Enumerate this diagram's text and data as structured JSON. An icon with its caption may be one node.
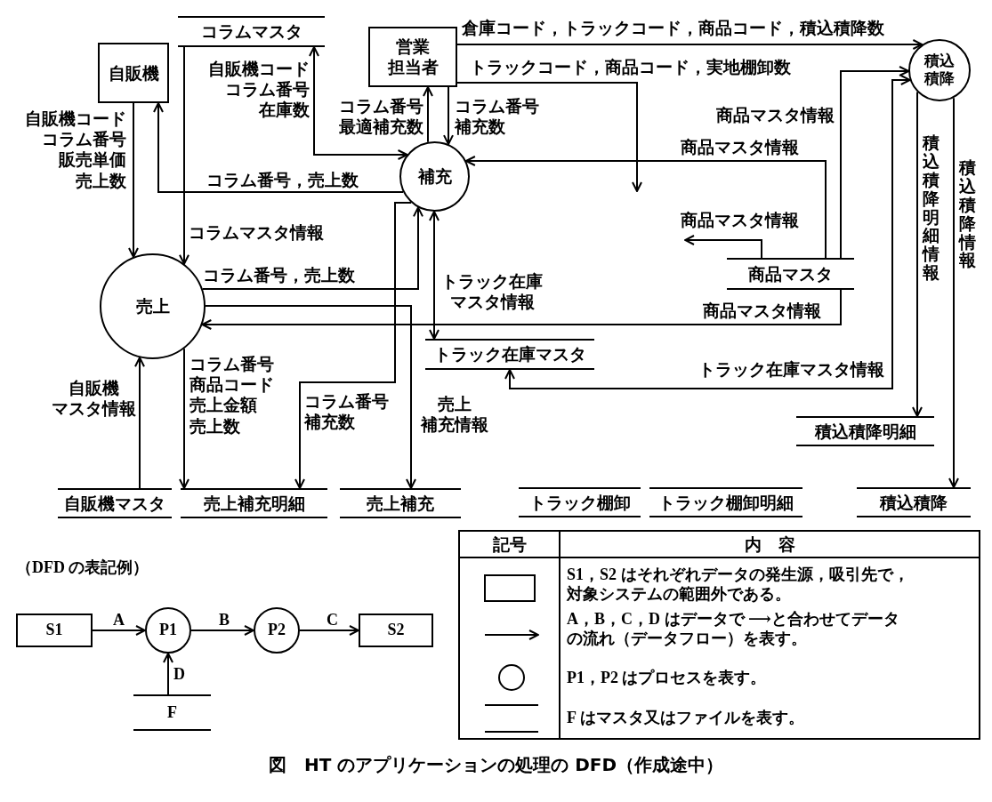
{
  "diagram": {
    "caption": "図　HT のアプリケーションの処理の DFD（作成途中）",
    "nodes": [
      {
        "text": [
          "自販機"
        ]
      },
      {
        "text": [
          "コラムマスタ"
        ]
      },
      {
        "text": [
          "営業担当者"
        ]
      },
      {
        "text": [
          "積込積降"
        ]
      },
      {
        "text": [
          "補充"
        ]
      },
      {
        "text": [
          "商品マスタ"
        ]
      },
      {
        "text": [
          "売上"
        ]
      },
      {
        "text": [
          "トラック在庫マスタ"
        ]
      },
      {
        "text": [
          "積込積降明細"
        ]
      },
      {
        "text": [
          "自販機マスタ"
        ]
      },
      {
        "text": [
          "売上補充明細"
        ]
      },
      {
        "text": [
          "売上補充"
        ]
      },
      {
        "text": [
          "トラック棚卸"
        ]
      },
      {
        "text": [
          "トラック棚卸明細"
        ]
      },
      {
        "text": [
          "積込積降"
        ]
      },
      {
        "text": [
          "S1"
        ]
      },
      {
        "text": [
          "P1"
        ]
      },
      {
        "text": [
          "P2"
        ]
      },
      {
        "text": [
          "S2"
        ]
      },
      {
        "text": [
          "F"
        ]
      }
    ],
    "edges": [
      {
        "from": 0,
        "to": 6,
        "arrow": "to",
        "label": "自販機コードコラム番号販売単価売上数"
      },
      {
        "from": 4,
        "to": 0,
        "arrow": "to",
        "label": "コラム番号，売上数"
      },
      {
        "from": 1,
        "to": 6,
        "arrow": "to",
        "label": "コラムマスタ情報"
      },
      {
        "from": 4,
        "to": 1,
        "arrow": "both",
        "label": "自販機コードコラム番号在庫数"
      },
      {
        "from": 4,
        "to": 2,
        "arrow": "to",
        "label": "コラム番号最適補充数"
      },
      {
        "from": 2,
        "to": 4,
        "arrow": "to",
        "label": "コラム番号補充数"
      },
      {
        "from": 2,
        "to": 3,
        "arrow": "to",
        "label": "倉庫コード，トラックコード，商品コード，積込積降数"
      },
      {
        "from": 2,
        "to": null,
        "arrow": "to",
        "label": "トラックコード，商品コード，実地棚卸数"
      },
      {
        "from": 5,
        "to": 3,
        "arrow": "to",
        "label": "商品マスタ情報"
      },
      {
        "from": 5,
        "to": 4,
        "arrow": "to",
        "label": "商品マスタ情報"
      },
      {
        "from": 5,
        "to": null,
        "arrow": "to",
        "label": "商品マスタ情報"
      },
      {
        "from": 5,
        "to": 6,
        "arrow": "to",
        "label": "商品マスタ情報"
      },
      {
        "from": 6,
        "to": 4,
        "arrow": "to",
        "label": "コラム番号，売上数"
      },
      {
        "from": 4,
        "to": 7,
        "arrow": "both",
        "label": "トラック在庫マスタ情報"
      },
      {
        "from": 6,
        "to": 10,
        "arrow": "to",
        "label": "コラム番号商品コード売上金額売上数"
      },
      {
        "from": 4,
        "to": 10,
        "arrow": "to",
        "label": "コラム番号補充数"
      },
      {
        "from": 6,
        "to": 11,
        "arrow": "to",
        "label": "売上補充情報"
      },
      {
        "from": 3,
        "to": 7,
        "arrow": "both",
        "label": "トラック在庫マスタ情報"
      },
      {
        "from": 3,
        "to": 8,
        "arrow": "to",
        "label": "積込積降明細情報"
      },
      {
        "from": 3,
        "to": 14,
        "arrow": "to",
        "label": "積込積降情報"
      },
      {
        "from": 9,
        "to": 6,
        "arrow": "to",
        "label": "自販機マスタ情報"
      },
      {
        "from": 15,
        "to": 16,
        "arrow": "to",
        "label": "A"
      },
      {
        "from": 16,
        "to": 17,
        "arrow": "to",
        "label": "B"
      },
      {
        "from": 17,
        "to": 18,
        "arrow": "to",
        "label": "C"
      },
      {
        "from": 19,
        "to": 16,
        "arrow": "to",
        "label": "D"
      }
    ],
    "labels": [
      "（DFD の表記例）",
      "記号",
      "内　容"
    ],
    "legend": [
      {
        "text": "S1，S2 はそれぞれデータの発生源，吸引先で，対象システムの範囲外である。"
      },
      {
        "text": "A，B，C，D はデータで ⟶と合わせてデータの流れ（データフロー）を表す。"
      },
      {
        "text": "P1，P2 はプロセスを表す。"
      },
      {
        "text": "F はマスタ又はファイルを表す。"
      }
    ]
  }
}
